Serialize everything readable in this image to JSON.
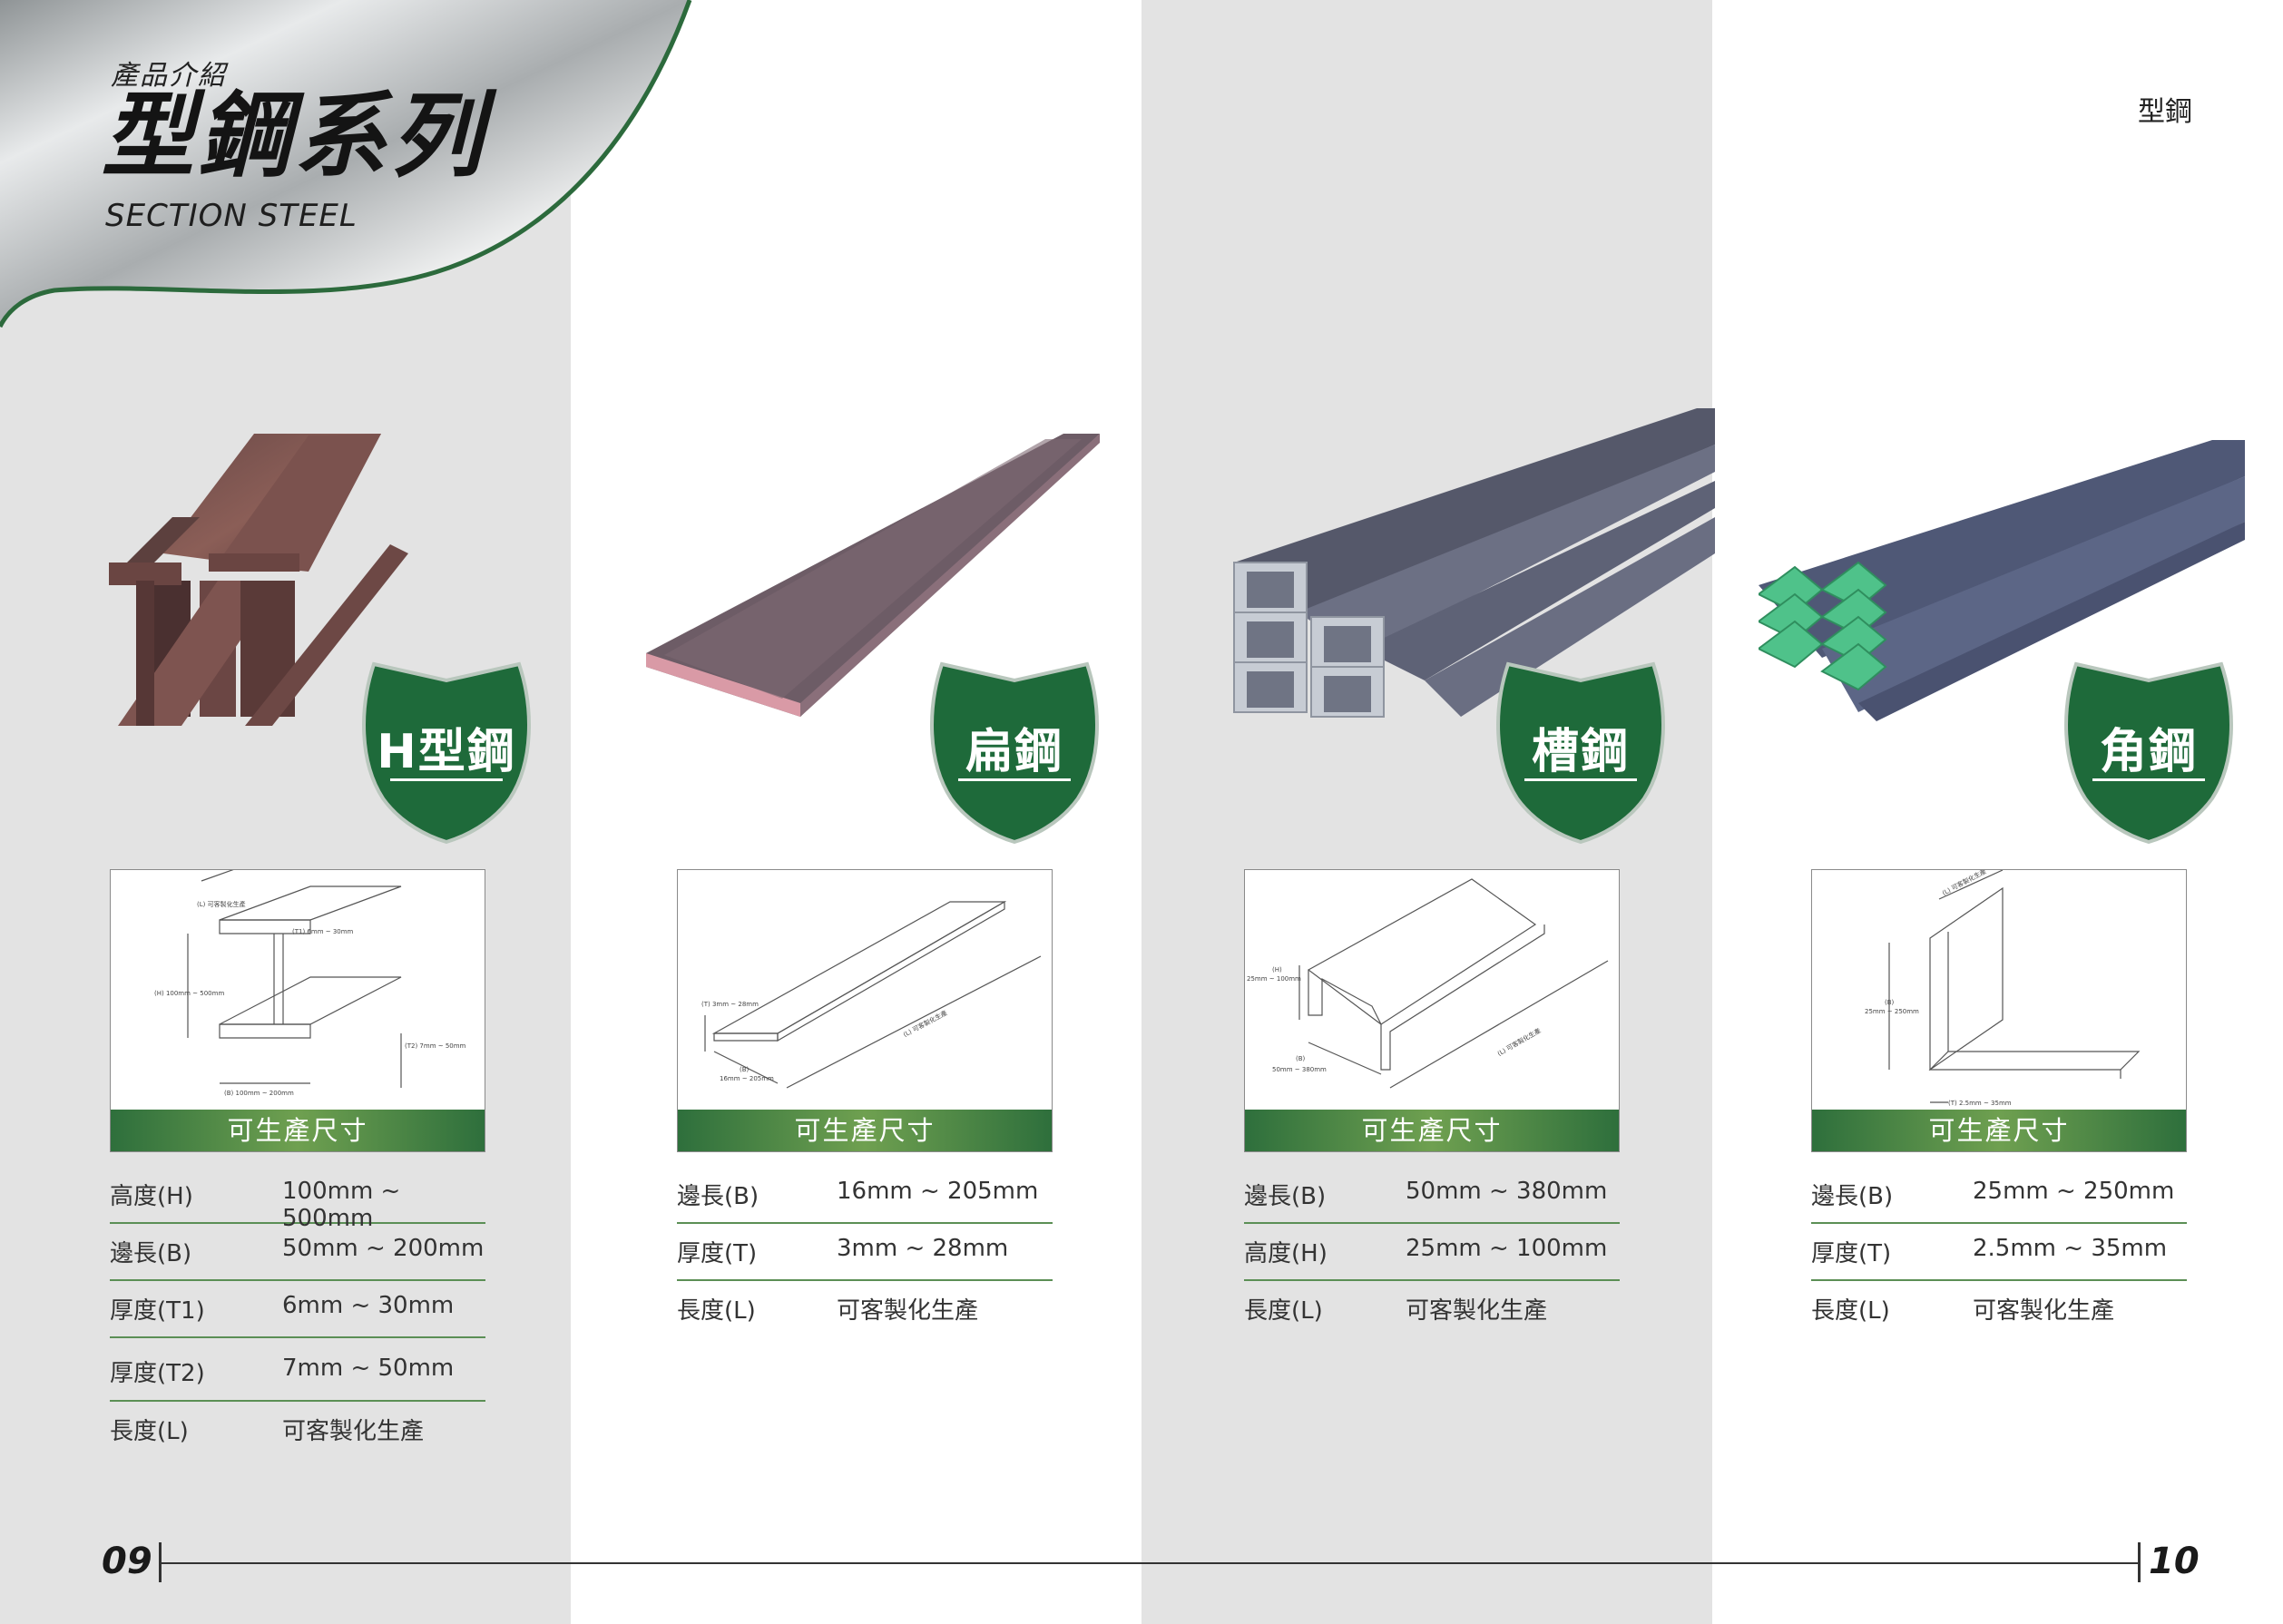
{
  "header": {
    "subtitle": "產品介紹",
    "title": "型鋼系列",
    "title_en": "SECTION STEEL",
    "top_right": "型鋼"
  },
  "common": {
    "bar_label": "可生產尺寸"
  },
  "products": [
    {
      "name": "H型鋼",
      "diagram_labels": [
        "(L) 可客製化生產",
        "(T1) 6mm ~ 30mm",
        "(H) 100mm ~ 500mm",
        "(T2) 7mm ~ 50mm",
        "(B) 100mm ~ 200mm"
      ],
      "specs": [
        {
          "k": "高度(H)",
          "v": "100mm ~ 500mm"
        },
        {
          "k": "邊長(B)",
          "v": "50mm ~ 200mm"
        },
        {
          "k": "厚度(T1)",
          "v": "6mm ~ 30mm"
        },
        {
          "k": "厚度(T2)",
          "v": "7mm ~ 50mm"
        },
        {
          "k": "長度(L)",
          "v": "可客製化生產"
        }
      ]
    },
    {
      "name": "扁鋼",
      "diagram_labels": [
        "(T) 3mm ~ 28mm",
        "(B)",
        "16mm ~ 205mm",
        "(L) 可客製化生產"
      ],
      "specs": [
        {
          "k": "邊長(B)",
          "v": "16mm ~ 205mm"
        },
        {
          "k": "厚度(T)",
          "v": "3mm ~ 28mm"
        },
        {
          "k": "長度(L)",
          "v": "可客製化生產"
        }
      ]
    },
    {
      "name": "槽鋼",
      "diagram_labels": [
        "(H)",
        "25mm ~ 100mm",
        "(B)",
        "50mm ~ 380mm",
        "(L) 可客製化生產"
      ],
      "specs": [
        {
          "k": "邊長(B)",
          "v": "50mm ~ 380mm"
        },
        {
          "k": "高度(H)",
          "v": "25mm ~ 100mm"
        },
        {
          "k": "長度(L)",
          "v": "可客製化生產"
        }
      ]
    },
    {
      "name": "角鋼",
      "diagram_labels": [
        "(L) 可客製化生產",
        "(B)",
        "25mm ~ 250mm",
        "(T) 2.5mm ~ 35mm"
      ],
      "specs": [
        {
          "k": "邊長(B)",
          "v": "25mm ~ 250mm"
        },
        {
          "k": "厚度(T)",
          "v": "2.5mm ~ 35mm"
        },
        {
          "k": "長度(L)",
          "v": "可客製化生產"
        }
      ]
    }
  ],
  "footer": {
    "page_left": "09",
    "page_right": "10"
  },
  "colors": {
    "brand_green": "#1e6a3a",
    "bar_green": "#4d8b45",
    "panel_gray": "#e3e3e3"
  }
}
